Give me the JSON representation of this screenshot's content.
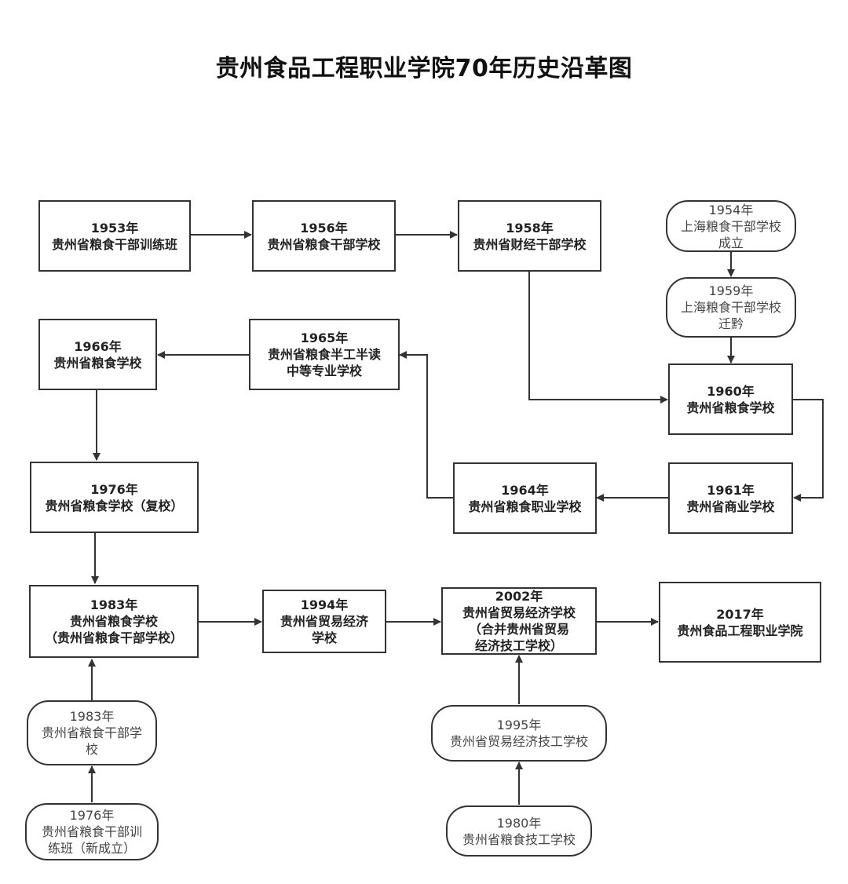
{
  "title": "贵州食品工程职业学院70年历史沿革图",
  "nodes": {
    "n1953": {
      "year": "1953年",
      "lines": [
        "贵州省粮食干部训练班"
      ]
    },
    "n1956": {
      "year": "1956年",
      "lines": [
        "贵州省粮食干部学校"
      ]
    },
    "n1958": {
      "year": "1958年",
      "lines": [
        "贵州省财经干部学校"
      ]
    },
    "n1954": {
      "year": "1954年",
      "lines": [
        "上海粮食干部学校",
        "成立"
      ]
    },
    "n1959": {
      "year": "1959年",
      "lines": [
        "上海粮食干部学校",
        "迁黔"
      ]
    },
    "n1960": {
      "year": "1960年",
      "lines": [
        "贵州省粮食学校"
      ]
    },
    "n1961": {
      "year": "1961年",
      "lines": [
        "贵州省商业学校"
      ]
    },
    "n1964": {
      "year": "1964年",
      "lines": [
        "贵州省粮食职业学校"
      ]
    },
    "n1965": {
      "year": "1965年",
      "lines": [
        "贵州省粮食半工半读",
        "中等专业学校"
      ]
    },
    "n1966": {
      "year": "1966年",
      "lines": [
        "贵州省粮食学校"
      ]
    },
    "n1976": {
      "year": "1976年",
      "lines": [
        "贵州省粮食学校（复校）"
      ]
    },
    "n1983": {
      "year": "1983年",
      "lines": [
        "贵州省粮食学校",
        "（贵州省粮食干部学校）"
      ]
    },
    "n1994": {
      "year": "1994年",
      "lines": [
        "贵州省贸易经济",
        "学校"
      ]
    },
    "n2002": {
      "year": "2002年",
      "lines": [
        "贵州省贸易经济学校",
        "（合并贵州省贸易",
        "经济技工学校）"
      ]
    },
    "n2017": {
      "year": "2017年",
      "lines": [
        "贵州食品工程职业学院"
      ]
    },
    "n1983b": {
      "year": "1983年",
      "lines": [
        "贵州省粮食干部学",
        "校"
      ]
    },
    "n1976b": {
      "year": "1976年",
      "lines": [
        "贵州省粮食干部训",
        "练班（新成立）"
      ]
    },
    "n1995": {
      "year": "1995年",
      "lines": [
        "贵州省贸易经济技工学校"
      ]
    },
    "n1980": {
      "year": "1980年",
      "lines": [
        "贵州省粮食技工学校"
      ]
    }
  }
}
